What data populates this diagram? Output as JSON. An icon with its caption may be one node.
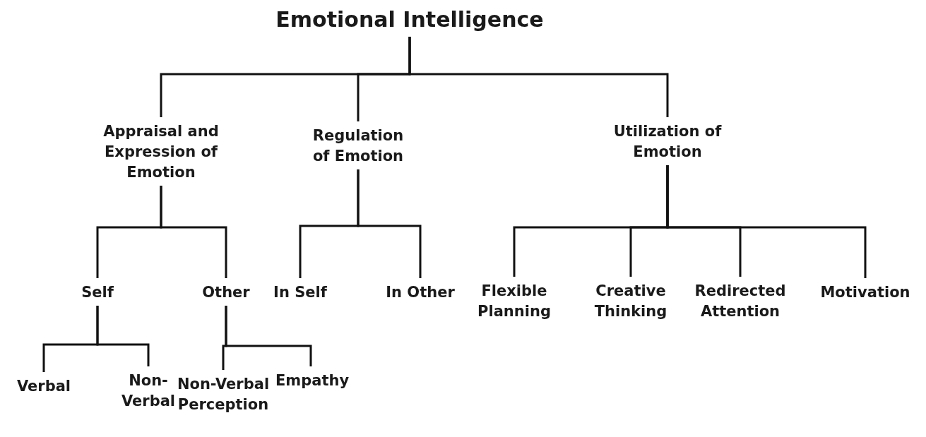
{
  "diagram": {
    "nodes": [
      {
        "text": [
          "Emotional Intelligence"
        ]
      },
      {
        "text": [
          "Appraisal and Expression of Emotion"
        ]
      },
      {
        "text": [
          "Regulation of Emotion"
        ]
      },
      {
        "text": [
          "Utilization of Emotion"
        ]
      },
      {
        "text": [
          "Self"
        ]
      },
      {
        "text": [
          "Other"
        ]
      },
      {
        "text": [
          "In Self"
        ]
      },
      {
        "text": [
          "In Other"
        ]
      },
      {
        "text": [
          "Flexible Planning"
        ]
      },
      {
        "text": [
          "Creative Thinking"
        ]
      },
      {
        "text": [
          "Redirected Attention"
        ]
      },
      {
        "text": [
          "Motivation"
        ]
      },
      {
        "text": [
          "Verbal"
        ]
      },
      {
        "text": [
          "Non-Verbal"
        ]
      },
      {
        "text": [
          "Non-Verbal Perception"
        ]
      },
      {
        "text": [
          "Empathy"
        ]
      }
    ],
    "edges": [
      {
        "from": 0,
        "to": 1,
        "arrow": "none"
      },
      {
        "from": 0,
        "to": 2,
        "arrow": "none"
      },
      {
        "from": 0,
        "to": 3,
        "arrow": "none"
      },
      {
        "from": 1,
        "to": 4,
        "arrow": "none"
      },
      {
        "from": 1,
        "to": 5,
        "arrow": "none"
      },
      {
        "from": 2,
        "to": 6,
        "arrow": "none"
      },
      {
        "from": 2,
        "to": 7,
        "arrow": "none"
      },
      {
        "from": 3,
        "to": 8,
        "arrow": "none"
      },
      {
        "from": 3,
        "to": 9,
        "arrow": "none"
      },
      {
        "from": 3,
        "to": 10,
        "arrow": "none"
      },
      {
        "from": 3,
        "to": 11,
        "arrow": "none"
      },
      {
        "from": 4,
        "to": 12,
        "arrow": "none"
      },
      {
        "from": 4,
        "to": 13,
        "arrow": "none"
      },
      {
        "from": 5,
        "to": 14,
        "arrow": "none"
      },
      {
        "from": 5,
        "to": 15,
        "arrow": "none"
      }
    ]
  }
}
